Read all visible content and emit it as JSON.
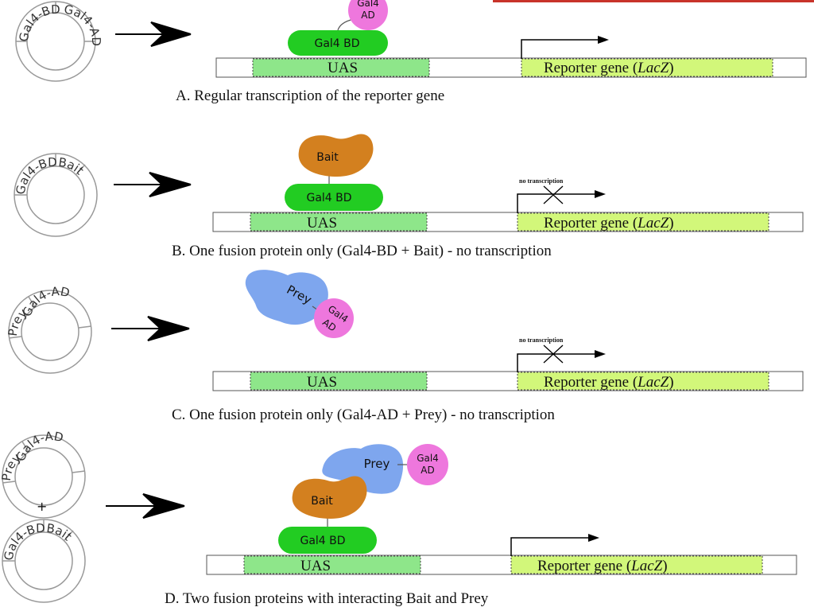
{
  "panels": [
    {
      "id": "A",
      "caption": "A. Regular transcription of the reporter gene",
      "plasmid_labels": [
        "Gal4-BD",
        "Gal4-AD"
      ],
      "uas_label": "UAS",
      "reporter_prefix": "Reporter gene (",
      "reporter_gene": "LacZ",
      "reporter_suffix": ")",
      "bd_label": "Gal4 BD",
      "ad_label_line1": "Gal4",
      "ad_label_line2": "AD"
    },
    {
      "id": "B",
      "caption": "B. One fusion protein only (Gal4-BD + Bait) - no transcription",
      "plasmid_labels": [
        "Gal4-BD",
        "Bait"
      ],
      "uas_label": "UAS",
      "reporter_prefix": "Reporter gene (",
      "reporter_gene": "LacZ",
      "reporter_suffix": ")",
      "bd_label": "Gal4 BD",
      "bait_label": "Bait",
      "no_transcription": "no transcription"
    },
    {
      "id": "C",
      "caption": "C. One fusion protein only (Gal4-AD + Prey) - no transcription",
      "plasmid_labels": [
        "Prey",
        "Gal4-AD"
      ],
      "uas_label": "UAS",
      "reporter_prefix": "Reporter gene (",
      "reporter_gene": "LacZ",
      "reporter_suffix": ")",
      "prey_label": "Prey",
      "ad_label_line1": "Gal4",
      "ad_label_line2": "AD",
      "no_transcription": "no transcription"
    },
    {
      "id": "D",
      "caption": "D. Two fusion proteins with interacting Bait and Prey",
      "plasmid_labels_top": [
        "Prey",
        "Gal4-AD"
      ],
      "plasmid_labels_bottom": [
        "Gal4-BD",
        "Bait"
      ],
      "plus": "+",
      "uas_label": "UAS",
      "reporter_prefix": "Reporter gene (",
      "reporter_gene": "LacZ",
      "reporter_suffix": ")",
      "bd_label": "Gal4 BD",
      "bait_label": "Bait",
      "prey_label": "Prey",
      "ad_label_line1": "Gal4",
      "ad_label_line2": "AD"
    }
  ],
  "colors": {
    "uas": "#8ee68a",
    "reporter": "#d2f77a",
    "bd": "#22cc22",
    "ad": "#ee77dd",
    "bait": "#d3801f",
    "prey": "#7ea6ee",
    "top_bar": "#c8342a"
  }
}
